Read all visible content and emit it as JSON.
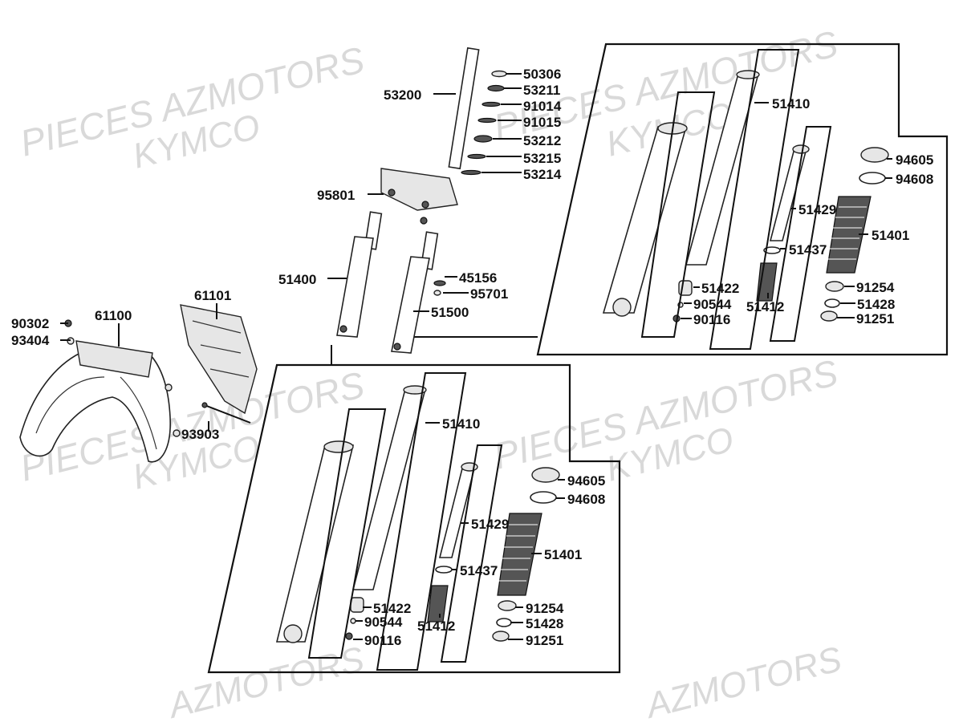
{
  "watermark": {
    "brand": "PIECES AZMOTORS",
    "maker": "KYMCO",
    "short": "AZMOTORS",
    "color": "#d2d2d2"
  },
  "labels": {
    "p50306": "50306",
    "p53211": "53211",
    "p91014": "91014",
    "p91015": "91015",
    "p53212": "53212",
    "p53215": "53215",
    "p53214": "53214",
    "p53200": "53200",
    "p95801": "95801",
    "p51400": "51400",
    "p45156": "45156",
    "p95701": "95701",
    "p51500": "51500",
    "p61101": "61101",
    "p61100": "61100",
    "p90302": "90302",
    "p93404": "93404",
    "p93903": "93903",
    "r51410": "51410",
    "r94605": "94605",
    "r94608": "94608",
    "r51429": "51429",
    "r51401": "51401",
    "r51437": "51437",
    "r51422": "51422",
    "r90544": "90544",
    "r51412": "51412",
    "r91254": "91254",
    "r51428": "51428",
    "r90116": "90116",
    "r91251": "91251",
    "l51410": "51410",
    "l94605": "94605",
    "l94608": "94608",
    "l51429": "51429",
    "l51401": "51401",
    "l51437": "51437",
    "l51422": "51422",
    "l90544": "90544",
    "l51412": "51412",
    "l91254": "91254",
    "l51428": "51428",
    "l90116": "90116",
    "l91251": "91251"
  }
}
